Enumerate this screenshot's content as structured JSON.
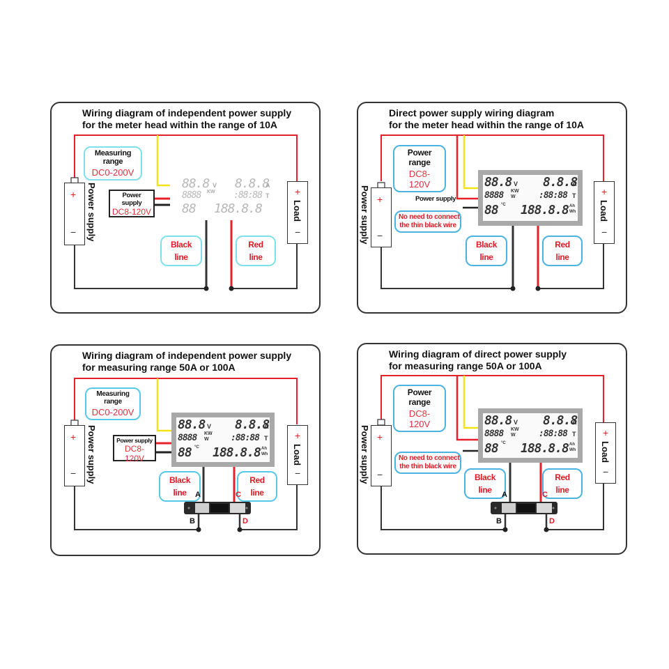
{
  "colors": {
    "wire_red": "#e8202a",
    "wire_black": "#222222",
    "wire_yellow": "#f2e21a",
    "bubble_border": "#58c8e8",
    "label_red": "#e01a25"
  },
  "lcd": {
    "voltage": "88.8",
    "voltage_unit": "V",
    "current": "8.8.8",
    "current_unit": "A",
    "power": "8888",
    "power_unit_top": "KW",
    "power_unit_bottom": "W",
    "time": ":88:88",
    "time_unit": "T",
    "temp": "88",
    "temp_unit": "°C",
    "energy": "188.8.8",
    "energy_unit_top": "Ah",
    "energy_unit_bottom": "Wh"
  },
  "panels": [
    {
      "title": "Wiring diagram of independent power supply\nfor the meter head within the range of 10A",
      "range_bubble": {
        "label": "Measuring range",
        "value": "DC0-200V"
      },
      "ps_box": {
        "label": "Power supply",
        "value": "DC8-120V"
      },
      "power_supply_label": "Power supply",
      "load_label": "Load",
      "plus": "+",
      "minus": "−",
      "black_line": "Black line",
      "red_line": "Red line"
    },
    {
      "title": "Direct power supply wiring diagram\nfor the meter head within the range of 10A",
      "range_bubble": {
        "label": "Power range",
        "value": "DC8-120V"
      },
      "ps_text": "Power supply",
      "note": "No need to connect\nthe thin black wire",
      "power_supply_label": "Power supply",
      "load_label": "Load",
      "plus": "+",
      "minus": "−",
      "black_line": "Black line",
      "red_line": "Red line"
    },
    {
      "title": "Wiring diagram of independent power supply\nfor measuring range 50A or 100A",
      "range_bubble": {
        "label": "Measuring range",
        "value": "DC0-200V"
      },
      "ps_box": {
        "label": "Power supply",
        "value": "DC8-120V"
      },
      "power_supply_label": "Power supply",
      "load_label": "Load",
      "plus": "+",
      "minus": "−",
      "black_line": "Black line",
      "red_line": "Red line",
      "shunt_pins": {
        "a": "A",
        "b": "B",
        "c": "C",
        "d": "D"
      }
    },
    {
      "title": "Wiring diagram of direct power supply\nfor measuring range 50A or 100A",
      "range_bubble": {
        "label": "Power range",
        "value": "DC8-120V"
      },
      "note": "No need to connect\nthe thin black wire",
      "power_supply_label": "Power supply",
      "load_label": "Load",
      "plus": "+",
      "minus": "−",
      "black_line": "Black line",
      "red_line": "Red line",
      "shunt_pins": {
        "a": "A",
        "b": "B",
        "c": "C",
        "d": "D"
      }
    }
  ]
}
